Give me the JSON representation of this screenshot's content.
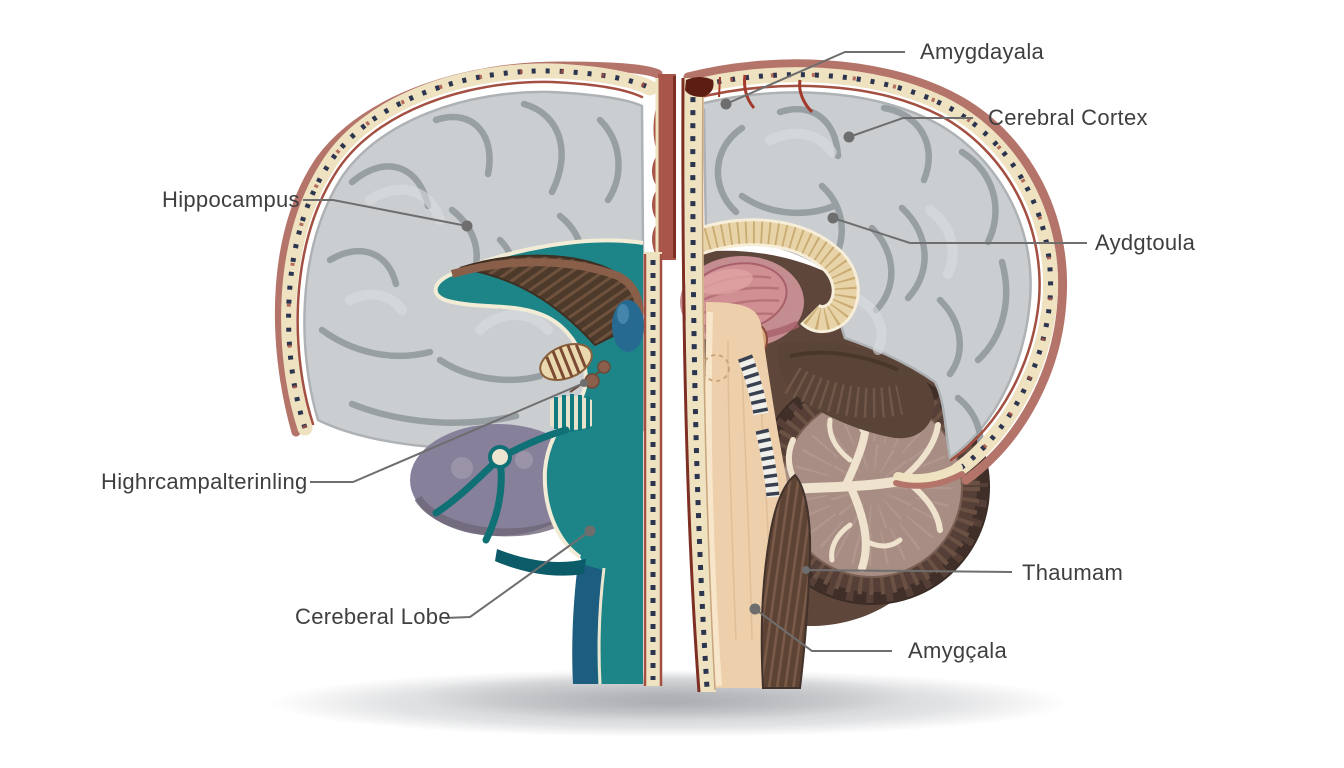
{
  "figure": {
    "kind": "brain-anatomy-illustration",
    "labels": [
      {
        "id": "amygdayala",
        "text": "Amygdayala"
      },
      {
        "id": "cerebral-cortex",
        "text": "Cerebral Cortex"
      },
      {
        "id": "hippocampus",
        "text": "Hippocampus"
      },
      {
        "id": "aydgtoula",
        "text": "Aydgtoula"
      },
      {
        "id": "highrcampalterinling",
        "text": "Highrcampalterinling"
      },
      {
        "id": "cereberal-lobe",
        "text": "Cereberal Lobe"
      },
      {
        "id": "thaumam",
        "text": "Thaumam"
      },
      {
        "id": "amygcala",
        "text": "Amygçala"
      }
    ],
    "palette": {
      "background": "#ffffff",
      "label_text": "#3f3f3f",
      "leader_line": "#6e6e6e",
      "cortex_gray": "#cbced1",
      "cortex_crevice": "#969da1",
      "skin_rim": "#b4746a",
      "skull_band": "#efe2c0",
      "skull_dots": "#2c3550",
      "dura_maroon": "#7e2f24",
      "teal_main": "#1d8587",
      "teal_deep": "#1d5d80",
      "pons_purple": "#87809a",
      "fan_brown": "#53402f",
      "thalamus_pink": "#d09093",
      "callosum_tan": "#e8d3a8",
      "brainstem_beige": "#edcfab",
      "fiber_brown": "#5d4334",
      "cerebellum_rind": "#553f37",
      "cerebellum_core": "#a88d84",
      "arbor_cream": "#efe3cd"
    }
  }
}
